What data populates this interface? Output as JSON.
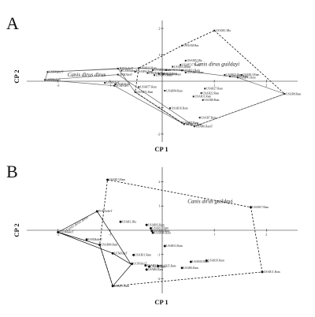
{
  "figure": {
    "panel_a_letter": "A",
    "panel_b_letter": "B"
  },
  "chart_data": [
    {
      "type": "scatter",
      "panel": "A",
      "xlabel": "CP 1",
      "ylabel": "CP 2",
      "xlim": [
        -2.6,
        2.6
      ],
      "ylim": [
        -2.3,
        2.3
      ],
      "x_ticks": [
        -2,
        -1,
        1,
        2
      ],
      "y_ticks": [
        -2,
        -1,
        1,
        2
      ],
      "x_tick_labels": [
        "-2",
        "-1",
        "1",
        "2"
      ],
      "y_tick_labels": [
        "-2",
        "-1",
        "1",
        "2"
      ],
      "groups": [
        {
          "name": "Canis dirus dirus",
          "points": [
            {
              "label": "USNMaIerT",
              "x": -2.2,
              "y": 0.35
            },
            {
              "label": "USNMaIerT",
              "x": -2.25,
              "y": 0.05
            },
            {
              "label": "PODAeIerT",
              "x": -0.85,
              "y": 0.48
            },
            {
              "label": "USNMaIerT",
              "x": -0.78,
              "y": 0.4
            },
            {
              "label": "UFMAIerT",
              "x": -0.85,
              "y": 0.25
            },
            {
              "label": "UCMAIerT",
              "x": -1.1,
              "y": -0.06
            },
            {
              "label": "UCMAIerT",
              "x": -0.9,
              "y": -0.12
            },
            {
              "label": "UCMAIerT",
              "x": -0.92,
              "y": -0.17
            }
          ]
        },
        {
          "name": "Canis dirus guildayi",
          "points": [
            {
              "label": "USAM3.3Ra",
              "x": 1.0,
              "y": 1.92
            },
            {
              "label": "USNAM-Rm",
              "x": 0.38,
              "y": 1.35
            },
            {
              "label": "USAM5.3Ra",
              "x": 0.45,
              "y": 0.78
            },
            {
              "label": "USAR517.Ram",
              "x": 0.35,
              "y": 0.62
            },
            {
              "label": "USAR5.2Ram",
              "x": 0.2,
              "y": 0.55
            },
            {
              "label": "USAR14.Ram",
              "x": -0.45,
              "y": 0.5
            },
            {
              "label": "USAR18.Ram",
              "x": 0.07,
              "y": 0.42
            },
            {
              "label": "USAR94.Ram",
              "x": -0.52,
              "y": 0.36
            },
            {
              "label": "USAR13.Ram",
              "x": -0.06,
              "y": 0.28
            },
            {
              "label": "USAR47.Ram",
              "x": 0.02,
              "y": 0.26
            },
            {
              "label": "USAR71.Ram",
              "x": -0.15,
              "y": 0.23
            },
            {
              "label": "USAR46.Ram",
              "x": -0.28,
              "y": 0.31
            },
            {
              "label": "USAR84.Ram",
              "x": -0.18,
              "y": 0.42
            },
            {
              "label": "USAR31.Ram",
              "x": 0.38,
              "y": 0.41
            },
            {
              "label": "USAR83.Ram",
              "x": 0.45,
              "y": 0.33
            },
            {
              "label": "USAR21.Ram",
              "x": 1.2,
              "y": 0.24
            },
            {
              "label": "USAR13.Ram",
              "x": 1.52,
              "y": 0.24
            },
            {
              "label": "USAR25.Ram",
              "x": 1.3,
              "y": 0.18
            },
            {
              "label": "USAR41.Ram",
              "x": 1.45,
              "y": 0.14
            },
            {
              "label": "USAR77.Ram",
              "x": -0.45,
              "y": -0.22
            },
            {
              "label": "USAR27.Ram",
              "x": 0.82,
              "y": -0.28
            },
            {
              "label": "USAR22.Ram",
              "x": 0.75,
              "y": -0.45
            },
            {
              "label": "USAR84.Ram",
              "x": 0.05,
              "y": -0.36
            },
            {
              "label": "USAR71.Ram",
              "x": -0.52,
              "y": -0.41
            },
            {
              "label": "USAR11.Ram",
              "x": 0.6,
              "y": -0.58
            },
            {
              "label": "USAR8.Ram",
              "x": 0.78,
              "y": -0.71
            },
            {
              "label": "USAR16.Ram",
              "x": 0.15,
              "y": -1.02
            },
            {
              "label": "USAR7.Ram",
              "x": 0.72,
              "y": -1.38
            },
            {
              "label": "USAR9.Ram",
              "x": 0.38,
              "y": -1.57
            },
            {
              "label": "USAR6.RamT",
              "x": 0.62,
              "y": -1.71
            },
            {
              "label": "USAR10.Ram",
              "x": 0.42,
              "y": -1.63
            },
            {
              "label": "USAR8.Ram",
              "x": 2.35,
              "y": -0.48
            }
          ]
        }
      ],
      "hulls": [
        {
          "series": "Canis dirus dirus",
          "style": "solid",
          "path": [
            [
              -2.25,
              0.05
            ],
            [
              -0.92,
              -0.17
            ],
            [
              0.42,
              -1.63
            ],
            [
              -0.52,
              -0.41
            ],
            [
              -0.85,
              0.48
            ],
            [
              -2.2,
              0.35
            ],
            [
              -2.25,
              0.05
            ]
          ]
        },
        {
          "series": "Canis dirus guildayi",
          "style": "dashed",
          "path": [
            [
              1.0,
              1.92
            ],
            [
              2.35,
              -0.48
            ],
            [
              0.62,
              -1.71
            ],
            [
              0.38,
              -1.57
            ],
            [
              -0.52,
              -0.41
            ],
            [
              -0.45,
              0.5
            ],
            [
              0.38,
              1.35
            ],
            [
              1.0,
              1.92
            ]
          ]
        },
        {
          "series": "outline",
          "style": "solid",
          "path": [
            [
              -2.2,
              0.35
            ],
            [
              -0.45,
              0.5
            ],
            [
              0.38,
              0.41
            ],
            [
              1.45,
              0.14
            ],
            [
              2.35,
              -0.48
            ],
            [
              0.62,
              -1.71
            ],
            [
              -0.85,
              0.25
            ],
            [
              -2.25,
              0.05
            ]
          ]
        }
      ],
      "group_labels": [
        {
          "text": "Canis dirus dirus",
          "x": -1.45,
          "y": 0.18
        },
        {
          "text": "Canis dirus guildayi",
          "x": 1.05,
          "y": 0.58
        }
      ],
      "grid": false
    },
    {
      "type": "scatter",
      "panel": "B",
      "xlabel": "CP 1",
      "ylabel": "CP 2",
      "xlim": [
        -2.6,
        2.6
      ],
      "ylim": [
        -2.6,
        2.6
      ],
      "x_ticks": [
        -2,
        -1,
        1,
        2
      ],
      "y_ticks": [
        -2,
        -1,
        1,
        2
      ],
      "x_tick_labels": [
        "-2",
        "-1",
        "1",
        "2"
      ],
      "y_tick_labels": [
        "-2",
        "-1",
        "1",
        "2"
      ],
      "groups": [
        {
          "name": "Canis dirus dirus",
          "points": [
            {
              "label": "USNMaIerT",
              "x": -2.0,
              "y": -0.08
            },
            {
              "label": "PODAeIerT",
              "x": -1.25,
              "y": 0.78
            },
            {
              "label": "USNMaIerT",
              "x": -1.45,
              "y": -0.38
            },
            {
              "label": "UCMAIerT",
              "x": -0.95,
              "y": -0.95
            },
            {
              "label": "UCMAIerT",
              "x": -0.58,
              "y": -1.38
            }
          ]
        },
        {
          "name": "Canis dirus guildayi",
          "points": [
            {
              "label": "USAR13.Ram",
              "x": -1.05,
              "y": 2.08
            },
            {
              "label": "USAR17.Ram",
              "x": 1.7,
              "y": 0.95
            },
            {
              "label": "USAR3.3Ra",
              "x": -0.8,
              "y": 0.35
            },
            {
              "label": "USAR83.Ram",
              "x": -0.3,
              "y": 0.22
            },
            {
              "label": "USAR17.Ram",
              "x": -0.22,
              "y": 0.08
            },
            {
              "label": "USAR84.Ram",
              "x": -0.2,
              "y": -0.02
            },
            {
              "label": "USAR86.Ram",
              "x": -0.18,
              "y": -0.1
            },
            {
              "label": "USAR31.Ram",
              "x": 0.05,
              "y": -0.65
            },
            {
              "label": "USAR84.Ram",
              "x": -1.2,
              "y": -0.6
            },
            {
              "label": "USAR11.Ram",
              "x": -0.55,
              "y": -1.02
            },
            {
              "label": "USAR5.Ram",
              "x": -0.32,
              "y": -1.45
            },
            {
              "label": "USAR3.Ram",
              "x": -0.25,
              "y": -1.5
            },
            {
              "label": "USAR25.Ram",
              "x": -0.08,
              "y": -1.48
            },
            {
              "label": "USAR6.Ram",
              "x": -0.3,
              "y": -1.62
            },
            {
              "label": "USAR6.Ram",
              "x": 0.38,
              "y": -1.55
            },
            {
              "label": "USAR18.Ram",
              "x": 0.55,
              "y": -1.3
            },
            {
              "label": "USAR19.Ram",
              "x": 0.85,
              "y": -1.25
            },
            {
              "label": "USAR11.Ram",
              "x": 1.92,
              "y": -1.72
            },
            {
              "label": "USAR1.Ram",
              "x": -0.95,
              "y": -2.3
            }
          ]
        }
      ],
      "hulls": [
        {
          "series": "Canis dirus dirus",
          "style": "solid",
          "path": [
            [
              -2.0,
              -0.08
            ],
            [
              -1.25,
              0.78
            ],
            [
              -0.6,
              -1.4
            ],
            [
              -0.95,
              -0.95
            ],
            [
              -2.0,
              -0.08
            ]
          ]
        },
        {
          "series": "Canis dirus guildayi",
          "style": "dashed",
          "path": [
            [
              -1.05,
              2.08
            ],
            [
              1.7,
              0.95
            ],
            [
              1.92,
              -1.72
            ],
            [
              -0.95,
              -2.3
            ],
            [
              -1.2,
              -0.6
            ],
            [
              -1.05,
              2.08
            ]
          ]
        },
        {
          "series": "outline",
          "style": "solid",
          "path": [
            [
              -2.0,
              -0.08
            ],
            [
              -1.2,
              -0.6
            ],
            [
              -0.95,
              -2.3
            ],
            [
              -0.58,
              -1.38
            ]
          ]
        }
      ],
      "group_labels": [
        {
          "text": "Canis dirus guildayi",
          "x": 0.92,
          "y": 1.12
        },
        {
          "text": "Canis dirus dirus",
          "x": -1.62,
          "y": 0.24,
          "rotate": -32
        }
      ],
      "grid": false
    }
  ]
}
